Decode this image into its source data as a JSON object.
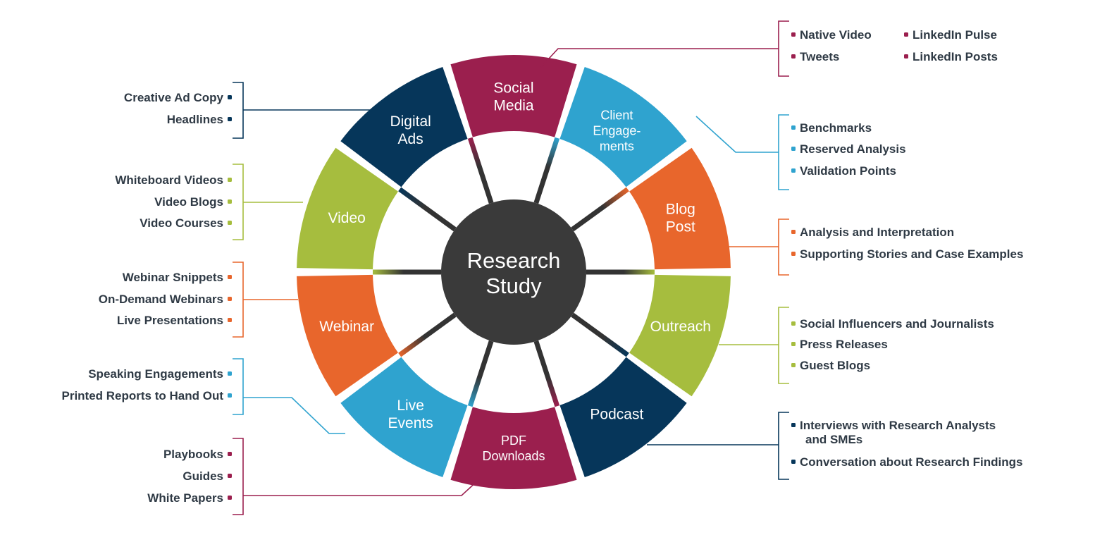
{
  "center": {
    "lines": [
      "Research",
      "Study"
    ]
  },
  "colors": {
    "navy": "#06365a",
    "maroon": "#9b1f4e",
    "blue": "#2fa3cf",
    "orange": "#e8662c",
    "green": "#a6bd3e",
    "center": "#3a3a3a"
  },
  "segments": [
    {
      "id": "social-media",
      "lines": [
        "Social",
        "Media"
      ],
      "color": "maroon"
    },
    {
      "id": "client-engagements",
      "lines": [
        "Client",
        "Engage-",
        "ments"
      ],
      "color": "blue",
      "small": true
    },
    {
      "id": "blog-post",
      "lines": [
        "Blog",
        "Post"
      ],
      "color": "orange"
    },
    {
      "id": "outreach",
      "lines": [
        "Outreach"
      ],
      "color": "green"
    },
    {
      "id": "podcast",
      "lines": [
        "Podcast"
      ],
      "color": "navy"
    },
    {
      "id": "pdf-downloads",
      "lines": [
        "PDF",
        "Downloads"
      ],
      "color": "maroon",
      "small": true
    },
    {
      "id": "live-events",
      "lines": [
        "Live",
        "Events"
      ],
      "color": "blue"
    },
    {
      "id": "webinar",
      "lines": [
        "Webinar"
      ],
      "color": "orange"
    },
    {
      "id": "video",
      "lines": [
        "Video"
      ],
      "color": "green"
    },
    {
      "id": "digital-ads",
      "lines": [
        "Digital",
        "Ads"
      ],
      "color": "navy"
    }
  ],
  "groups": [
    {
      "segment": "social-media",
      "side": "right",
      "color": "maroon",
      "items": [
        "Native Video",
        "LinkedIn Pulse",
        "Tweets",
        "LinkedIn Posts"
      ]
    },
    {
      "segment": "client-engagements",
      "side": "right",
      "color": "blue",
      "items": [
        "Benchmarks",
        "Reserved Analysis",
        "Validation Points"
      ]
    },
    {
      "segment": "blog-post",
      "side": "right",
      "color": "orange",
      "items": [
        "Analysis and  Interpretation",
        "Supporting Stories and Case Examples"
      ]
    },
    {
      "segment": "outreach",
      "side": "right",
      "color": "green",
      "items": [
        "Social Influencers and Journalists",
        "Press Releases",
        "Guest Blogs"
      ]
    },
    {
      "segment": "podcast",
      "side": "right",
      "color": "navy",
      "items": [
        "Interviews with Research Analysts and SMEs",
        "Conversation about Research Findings"
      ]
    },
    {
      "segment": "digital-ads",
      "side": "left",
      "color": "navy",
      "items": [
        "Creative Ad Copy",
        "Headlines"
      ]
    },
    {
      "segment": "video",
      "side": "left",
      "color": "green",
      "items": [
        "Whiteboard Videos",
        "Video Blogs",
        "Video Courses"
      ]
    },
    {
      "segment": "webinar",
      "side": "left",
      "color": "orange",
      "items": [
        "Webinar Snippets",
        "On-Demand Webinars",
        "Live Presentations"
      ]
    },
    {
      "segment": "live-events",
      "side": "left",
      "color": "blue",
      "items": [
        "Speaking Engagements",
        "Printed Reports to Hand Out"
      ]
    },
    {
      "segment": "pdf-downloads",
      "side": "left",
      "color": "maroon",
      "items": [
        "Playbooks",
        "Guides",
        "White Papers"
      ]
    }
  ]
}
